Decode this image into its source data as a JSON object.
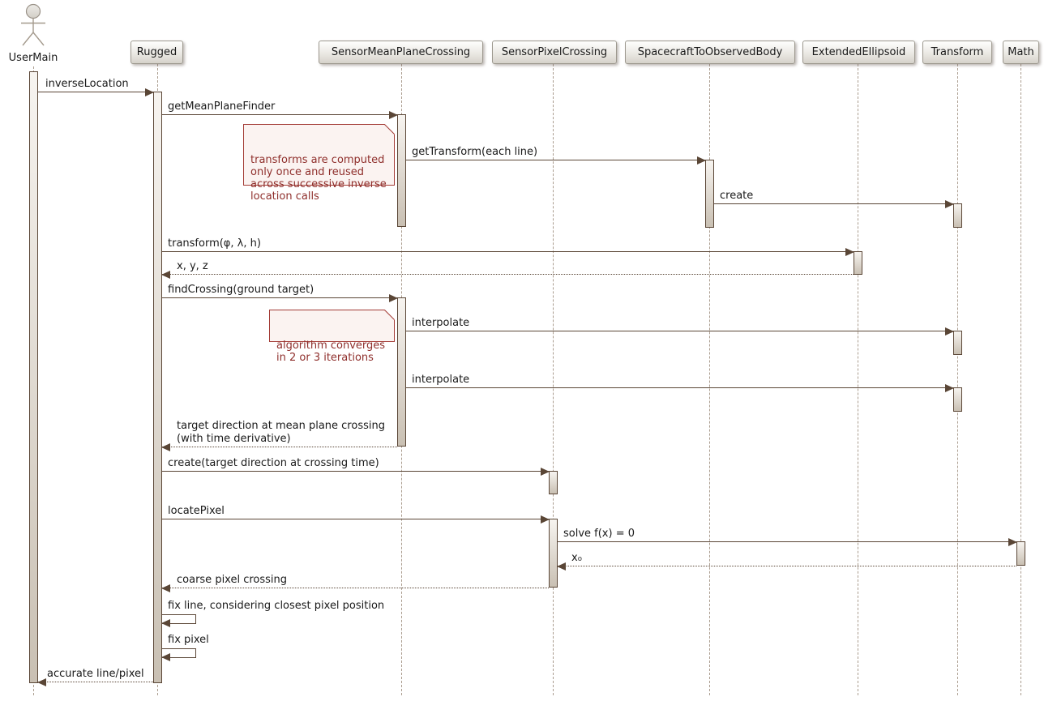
{
  "actor": {
    "name": "UserMain"
  },
  "participants": [
    {
      "label": "Rugged"
    },
    {
      "label": "SensorMeanPlaneCrossing"
    },
    {
      "label": "SensorPixelCrossing"
    },
    {
      "label": "SpacecraftToObservedBody"
    },
    {
      "label": "ExtendedEllipsoid"
    },
    {
      "label": "Transform"
    },
    {
      "label": "Math"
    }
  ],
  "messages": [
    {
      "label": "inverseLocation"
    },
    {
      "label": "getMeanPlaneFinder"
    },
    {
      "label": "getTransform(each line)"
    },
    {
      "label": "create"
    },
    {
      "label": "transform(φ, λ, h)"
    },
    {
      "label": "x, y, z"
    },
    {
      "label": "findCrossing(ground target)"
    },
    {
      "label": "interpolate"
    },
    {
      "label": "interpolate"
    },
    {
      "label": "target direction at mean plane crossing\n(with time derivative)"
    },
    {
      "label": "create(target direction at crossing time)"
    },
    {
      "label": "locatePixel"
    },
    {
      "label": "solve f(x) = 0"
    },
    {
      "label": "x₀"
    },
    {
      "label": "coarse pixel crossing"
    },
    {
      "label": "fix line, considering closest pixel position"
    },
    {
      "label": "fix pixel"
    },
    {
      "label": "accurate line/pixel"
    }
  ],
  "notes": [
    {
      "text": "transforms are computed\nonly once and reused\nacross successive inverse\nlocation calls"
    },
    {
      "text": "algorithm converges\nin 2 or 3 iterations"
    }
  ],
  "colors": {
    "arrow": "#5A4636",
    "lifeline": "#AB9D8F",
    "participant_border": "#9C988E",
    "participant_fill": "#D6D2CA",
    "activation_fill": "#C9C0B3",
    "note_background": "#FBF3F1",
    "note_border": "#A33B35",
    "note_text": "#8F2F2C"
  }
}
